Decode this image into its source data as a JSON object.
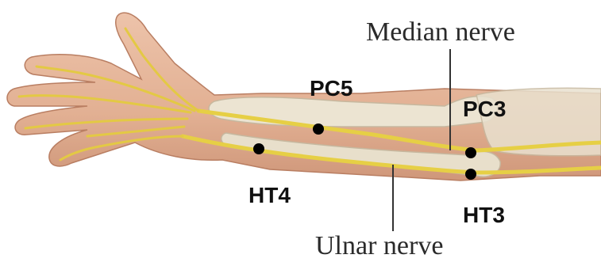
{
  "labels": {
    "median_nerve": "Median nerve",
    "ulnar_nerve": "Ulnar nerve"
  },
  "points": {
    "pc5": "PC5",
    "pc3": "PC3",
    "ht4": "HT4",
    "ht3": "HT3"
  },
  "colors": {
    "skin": "#e6b79c",
    "skin_shadow": "#c98e72",
    "bone": "#ede6d6",
    "bone_edge": "#c9bda6",
    "nerve": "#e9d24a",
    "nerve_edge": "#b89d22",
    "point": "#000000",
    "leader_line": "#333333"
  }
}
